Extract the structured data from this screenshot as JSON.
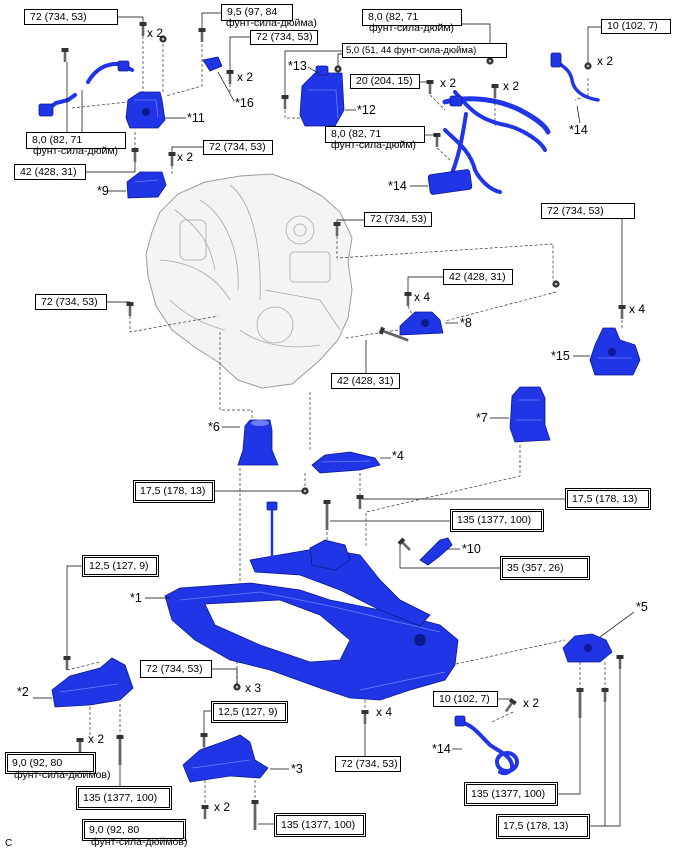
{
  "figure_code": "C",
  "torque_specs": [
    {
      "value": "72 (734, 53)"
    },
    {
      "value": "9,5 (97, 84",
      "unit": "фунт-сила-дюйма)"
    },
    {
      "value": "72 (734, 53)"
    },
    {
      "value": "8,0 (82, 71",
      "unit": "фунт-сила-дюйм)"
    },
    {
      "value": "42 (428, 31)"
    },
    {
      "value": "72 (734, 53)"
    },
    {
      "value": "8,0 (82, 71",
      "unit": "фунт-сила-дюйм)"
    },
    {
      "value": "5,0 (51, 44 фунт-сила-дюйма)"
    },
    {
      "value": "20 (204, 15)"
    },
    {
      "value": "8,0 (82, 71",
      "unit": "фунт-сила-дюйм)"
    },
    {
      "value": "10 (102, 7)"
    },
    {
      "value": "72 (734, 53)"
    },
    {
      "value": "72 (734, 53)"
    },
    {
      "value": "42 (428, 31)"
    },
    {
      "value": "72 (734, 53)"
    },
    {
      "value": "42 (428, 31)"
    },
    {
      "value": "17,5 (178, 13)"
    },
    {
      "value": "17,5 (178, 13)"
    },
    {
      "value": "135 (1377, 100)"
    },
    {
      "value": "35 (357, 26)"
    },
    {
      "value": "12,5 (127, 9)"
    },
    {
      "value": "72 (734, 53)"
    },
    {
      "value": "12,5 (127, 9)"
    },
    {
      "value": "10 (102, 7)"
    },
    {
      "value": "9,0 (92, 80",
      "unit": "фунт-сила-дюймов)"
    },
    {
      "value": "72 (734, 53)"
    },
    {
      "value": "135 (1377, 100)"
    },
    {
      "value": "135 (1377, 100)"
    },
    {
      "value": "135 (1377, 100)"
    },
    {
      "value": "9,0 (92, 80",
      "unit": "фунт-сила-дюймов)"
    },
    {
      "value": "17,5 (178, 13)"
    }
  ],
  "quantities": [
    "x 2",
    "x 2",
    "x 2",
    "x 2",
    "x 2",
    "x 2",
    "x 4",
    "x 4",
    "x 3",
    "x 2",
    "x 4",
    "x 2",
    "x 2"
  ],
  "part_callouts": [
    "*16",
    "*11",
    "*9",
    "*13",
    "*12",
    "*14",
    "*14",
    "*8",
    "*15",
    "*7",
    "*6",
    "*4",
    "*10",
    "*1",
    "*5",
    "*2",
    "*3",
    "*14"
  ],
  "colors": {
    "part_fill": "#1f35e6",
    "part_outline": "#0b1a8f",
    "engine_fill": "#f4f4f4",
    "fastener": "#333333"
  }
}
